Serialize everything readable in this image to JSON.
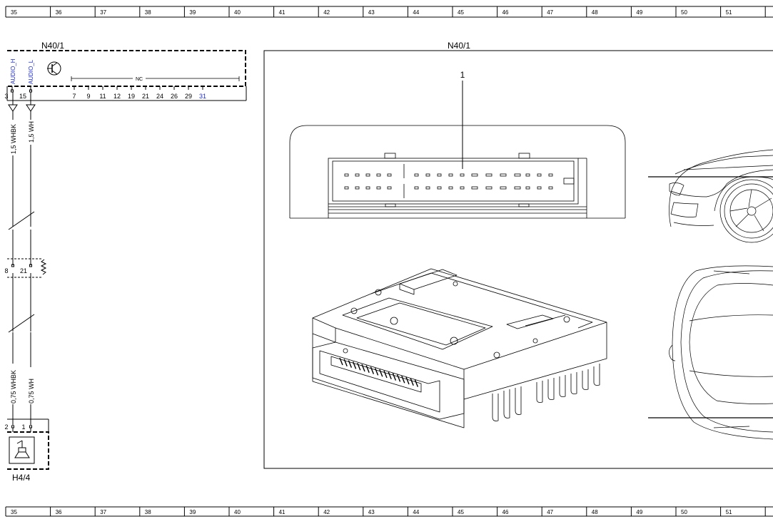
{
  "grid": {
    "columns": [
      "35",
      "36",
      "37",
      "38",
      "39",
      "40",
      "41",
      "42",
      "43",
      "44",
      "45",
      "46",
      "47",
      "48",
      "49",
      "50",
      "51"
    ]
  },
  "schematic": {
    "module_label": "N40/1",
    "pins_top": [
      {
        "id": "audio-h",
        "signal": "AUDIO_H",
        "number": "3"
      },
      {
        "id": "audio-l",
        "signal": "AUDIO_L",
        "number": "15"
      }
    ],
    "nc_label": "NC",
    "nc_pins": [
      "7",
      "9",
      "11",
      "12",
      "19",
      "21",
      "24",
      "26",
      "29",
      "31"
    ],
    "wires_upper": [
      "1,5 WHBK",
      "1,5 WH"
    ],
    "connector_pins": [
      "8",
      "21"
    ],
    "wires_lower": [
      "0,75 WHBK",
      "0,75 WH"
    ],
    "speaker_pins": [
      "2",
      "1"
    ],
    "speaker_label": "H4/4"
  },
  "component_view": {
    "title": "N40/1",
    "callout": "1"
  }
}
